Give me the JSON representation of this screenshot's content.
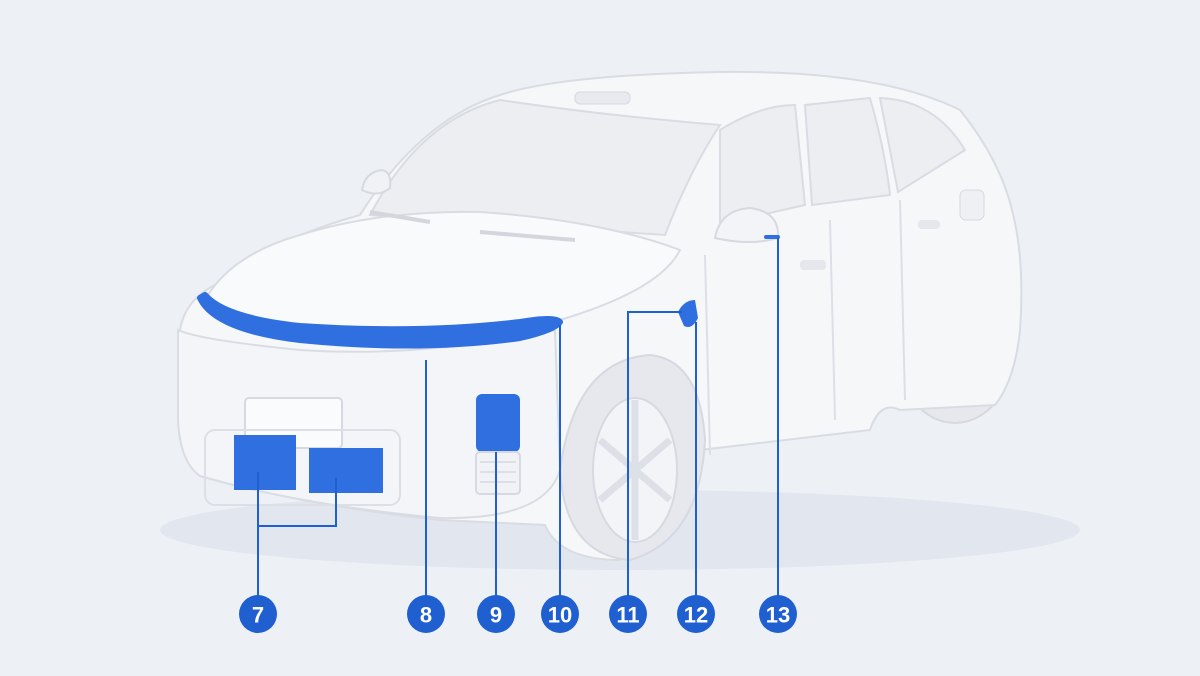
{
  "colors": {
    "background": "#edf1f6",
    "car_body": "#f6f7f9",
    "car_shade": "#e8eaef",
    "car_line": "#d9dce3",
    "highlight": "#2f6fe0",
    "badge": "#1f5fd0",
    "leader": "#1f5fd0"
  },
  "callouts": [
    {
      "id": "7",
      "label": "7",
      "target": "grille-lights"
    },
    {
      "id": "8",
      "label": "8",
      "target": "front-light-strip"
    },
    {
      "id": "9",
      "label": "9",
      "target": "headlight"
    },
    {
      "id": "10",
      "label": "10",
      "target": "light-strip-end"
    },
    {
      "id": "11",
      "label": "11",
      "target": "fender-light"
    },
    {
      "id": "12",
      "label": "12",
      "target": "fender-lamp"
    },
    {
      "id": "13",
      "label": "13",
      "target": "mirror-light"
    }
  ]
}
